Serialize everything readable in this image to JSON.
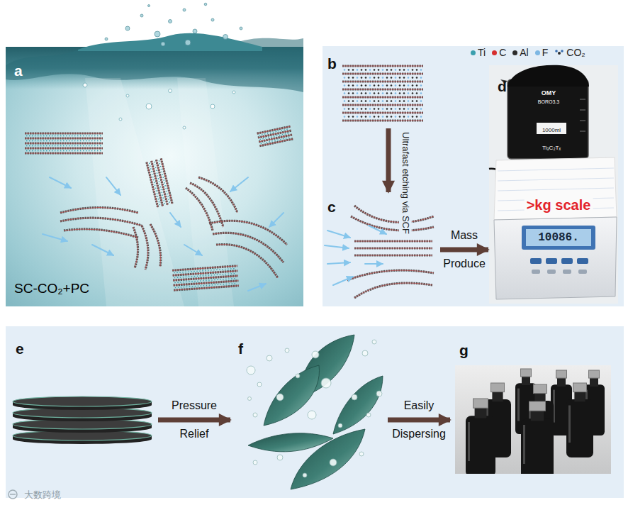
{
  "diagram": {
    "nodes": [
      {
        "text": [
          "a",
          "SC-CO₂+PC"
        ]
      },
      {
        "text": [
          "b"
        ]
      },
      {
        "text": [
          "c"
        ]
      },
      {
        "text": [
          "d"
        ]
      },
      {
        "text": [
          "e"
        ]
      },
      {
        "text": [
          "f"
        ]
      },
      {
        "text": [
          "g"
        ]
      }
    ],
    "edges": [
      {
        "from": 1,
        "to": 2,
        "arrow": "to",
        "label": "Ultrafast etching via SCF"
      },
      {
        "from": 2,
        "to": 3,
        "arrow": "to",
        "label": "Mass Produce"
      },
      {
        "from": 4,
        "to": 5,
        "arrow": "to",
        "label": "Pressure Relief"
      },
      {
        "from": 5,
        "to": 6,
        "arrow": "to",
        "label": "Easily Dispersing"
      }
    ],
    "labels": [
      ">kg scale",
      "10086.",
      "OMY",
      "BORO3.3",
      "1000ml",
      "Ti₃C₂Tₓ",
      "大数跨境"
    ],
    "legend": [
      {
        "text": "Ti",
        "color": "#3a9fae"
      },
      {
        "text": "C",
        "color": "#d62f2f"
      },
      {
        "text": "Al",
        "color": "#2b2b2b"
      },
      {
        "text": "F",
        "color": "#7db7e3"
      },
      {
        "text": "CO₂"
      }
    ]
  }
}
